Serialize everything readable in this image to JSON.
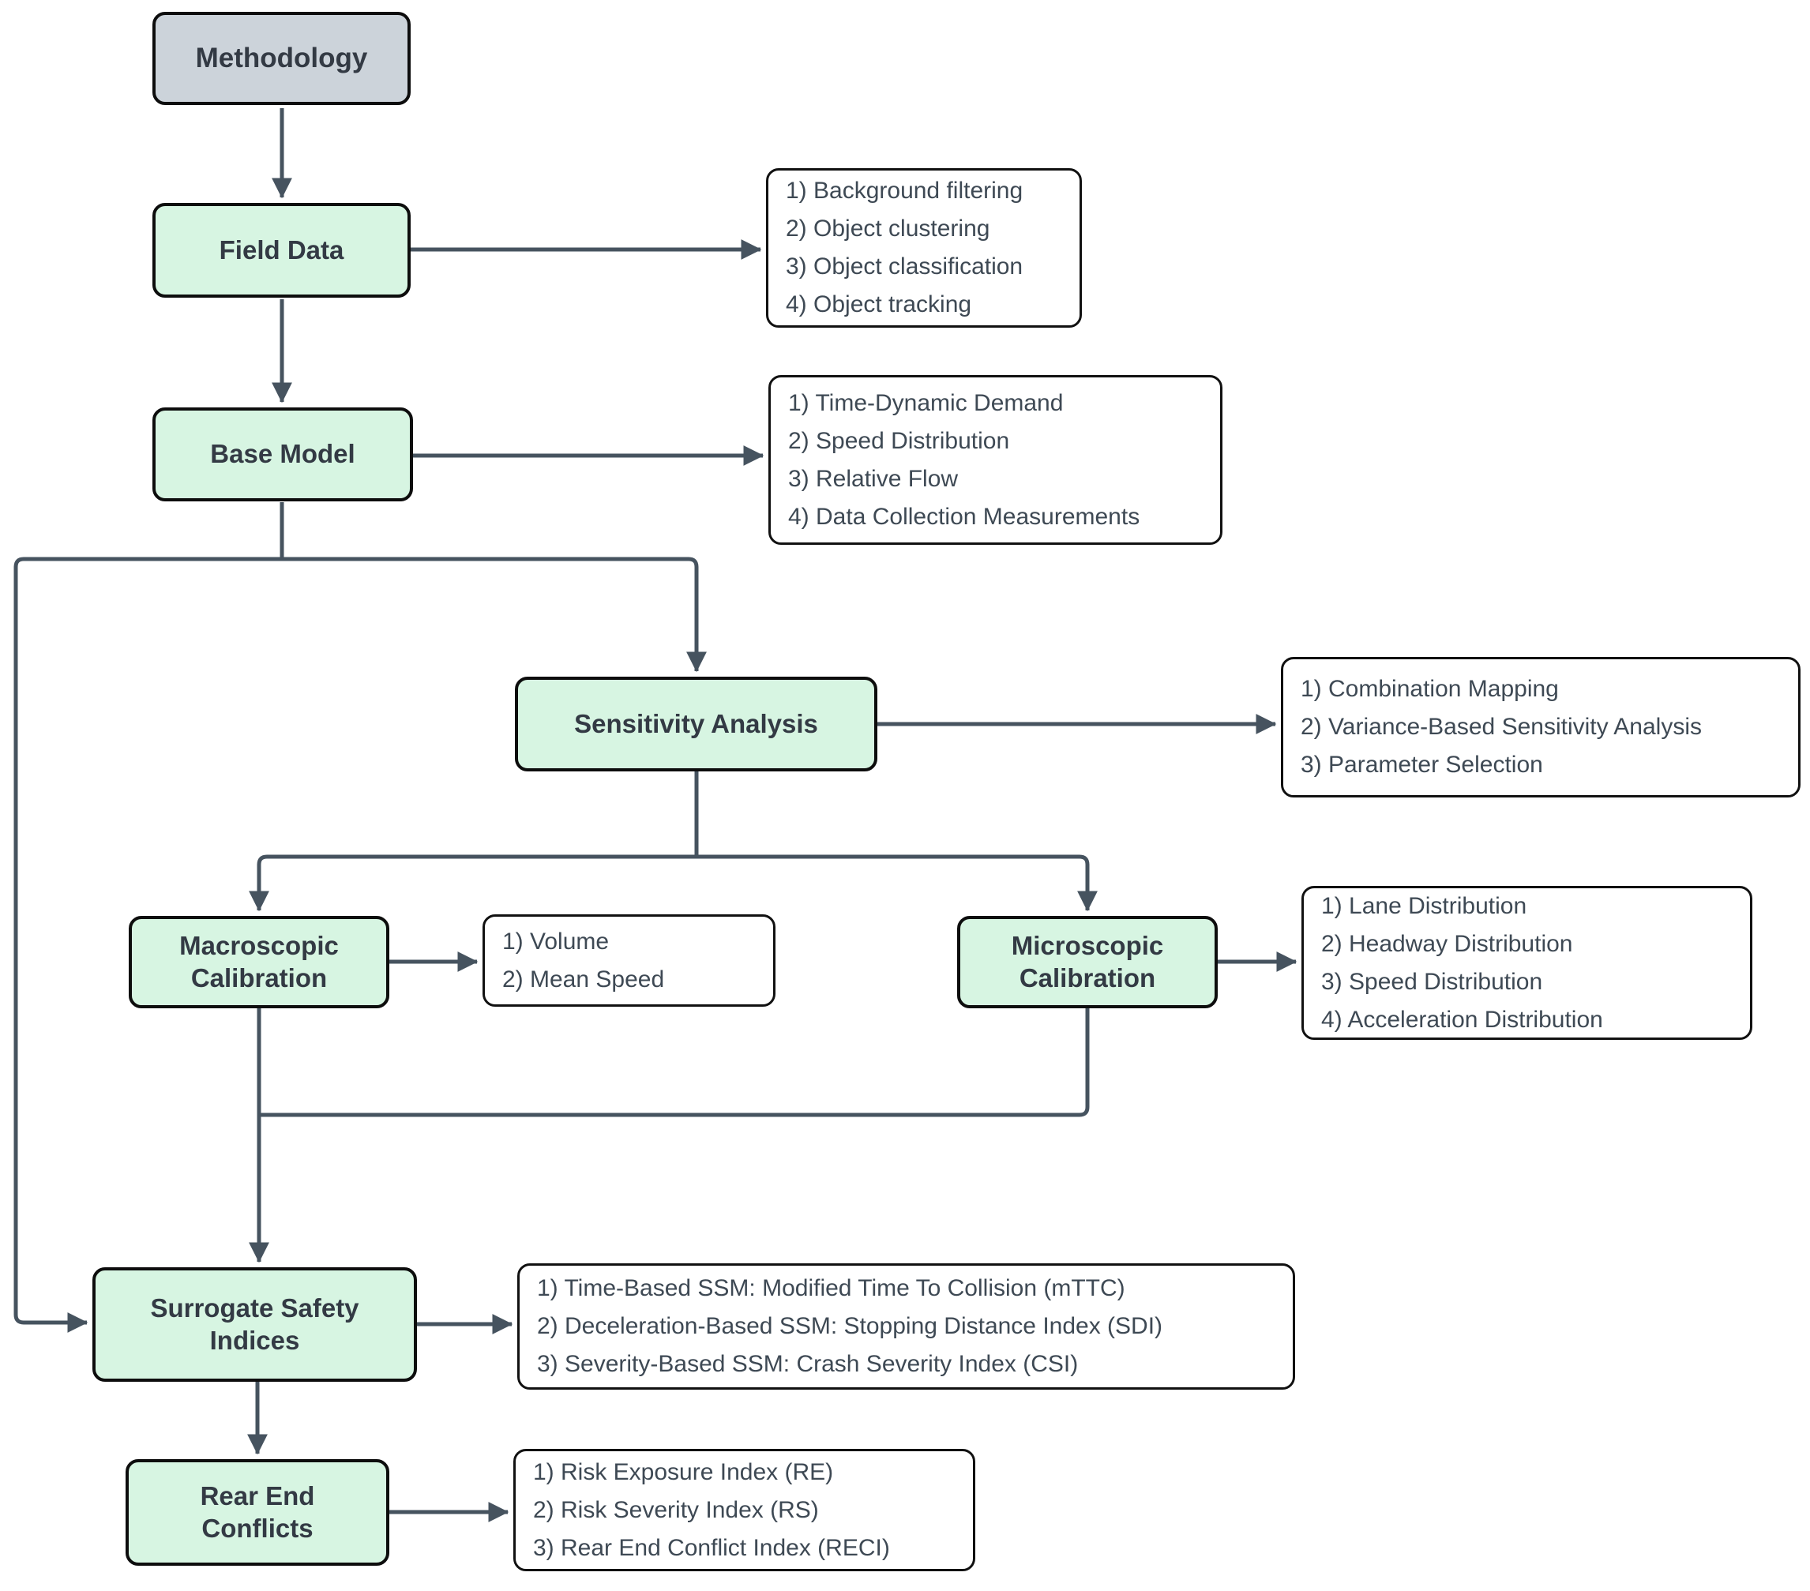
{
  "diagram": {
    "title": "Methodology flowchart",
    "colors": {
      "node_fill_green": "#d7f5e2",
      "node_fill_gray": "#ccd3da",
      "node_border": "#0d0d0d",
      "list_box_border": "#111111",
      "connector": "#46535f",
      "node_label_text": "#333a44",
      "list_text": "#3e4954",
      "background": "#ffffff"
    }
  },
  "nodes": {
    "methodology": {
      "label": "Methodology"
    },
    "field_data": {
      "label": "Field Data"
    },
    "base_model": {
      "label": "Base Model"
    },
    "sensitivity_analysis": {
      "label": "Sensitivity Analysis"
    },
    "macroscopic_calibration": {
      "label": "Macroscopic Calibration"
    },
    "microscopic_calibration": {
      "label": "Microscopic Calibration"
    },
    "surrogate_safety_indices": {
      "label": "Surrogate Safety Indices"
    },
    "rear_end_conflicts": {
      "label": "Rear End Conflicts"
    }
  },
  "lists": {
    "field_data_steps": {
      "items": [
        "1) Background filtering",
        "2) Object clustering",
        "3) Object classification",
        "4) Object tracking"
      ]
    },
    "base_model_steps": {
      "items": [
        "1) Time-Dynamic Demand",
        "2) Speed Distribution",
        "3) Relative Flow",
        "4) Data Collection Measurements"
      ]
    },
    "sensitivity_steps": {
      "items": [
        "1) Combination Mapping",
        "2) Variance-Based Sensitivity Analysis",
        "3) Parameter Selection"
      ]
    },
    "macroscopic_steps": {
      "items": [
        "1) Volume",
        "2) Mean Speed"
      ]
    },
    "microscopic_steps": {
      "items": [
        "1) Lane Distribution",
        "2) Headway Distribution",
        "3) Speed Distribution",
        "4) Acceleration Distribution"
      ]
    },
    "ssm_steps": {
      "items": [
        "1) Time-Based SSM: Modified Time To Collision (mTTC)",
        "2) Deceleration-Based SSM: Stopping Distance Index (SDI)",
        "3) Severity-Based SSM: Crash Severity Index (CSI)"
      ]
    },
    "rear_end_steps": {
      "items": [
        "1) Risk Exposure Index (RE)",
        "2) Risk Severity Index (RS)",
        "3) Rear End Conflict Index (RECI)"
      ]
    }
  }
}
